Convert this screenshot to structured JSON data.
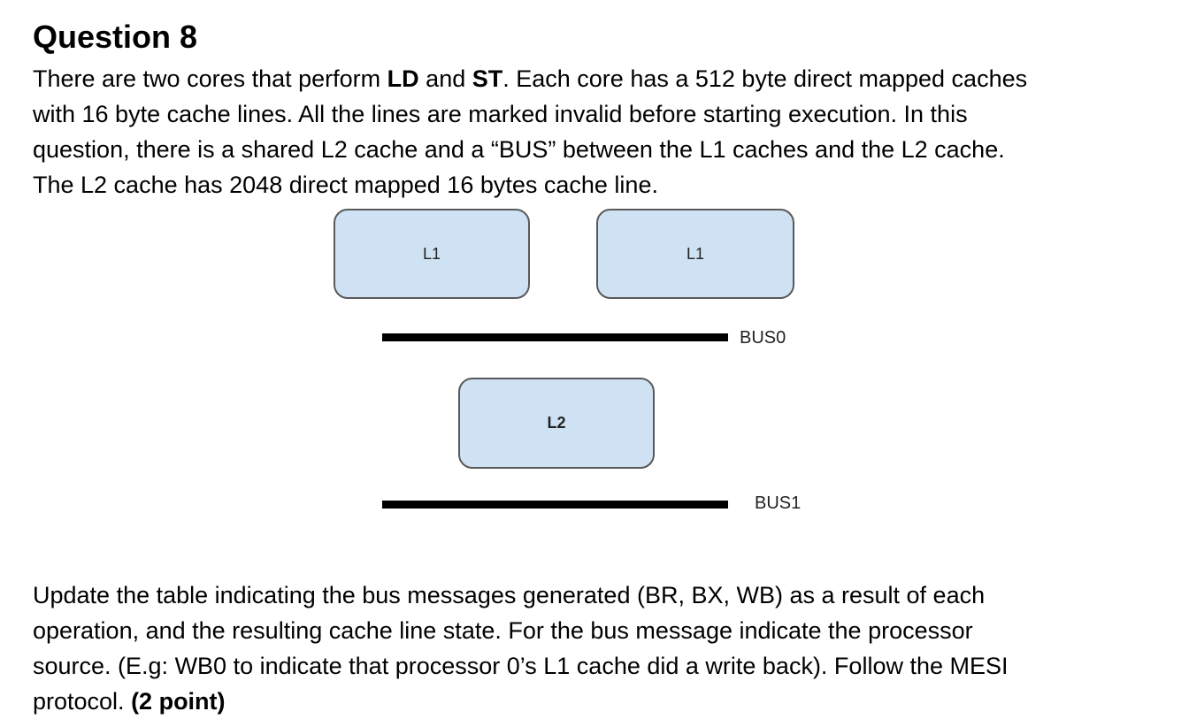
{
  "title": "Question 8",
  "para1": {
    "l1_a": "There are two cores that perform ",
    "l1_b": "LD",
    "l1_c": " and ",
    "l1_d": "ST",
    "l1_e": ". Each core has a 512 byte direct mapped caches",
    "l2": "with 16 byte cache lines. All the lines are marked invalid before starting execution. In this",
    "l3": "question, there is a shared L2 cache and a “BUS” between the L1 caches and the L2 cache.",
    "l4": "The L2 cache has 2048 direct mapped 16 bytes cache line."
  },
  "diagram": {
    "l1_left": "L1",
    "l1_right": "L1",
    "l2": "L2",
    "bus0": "BUS0",
    "bus1": "BUS1"
  },
  "para2": {
    "l1": "Update the table indicating the bus messages generated (BR, BX, WB) as a result of each",
    "l2": "operation, and the resulting cache line state. For the bus message indicate the processor",
    "l3": "source. (E.g: WB0 to indicate that processor 0’s L1 cache did a write back). Follow  the MESI",
    "l4_a": "protocol. ",
    "l4_b": "(2 point)"
  }
}
